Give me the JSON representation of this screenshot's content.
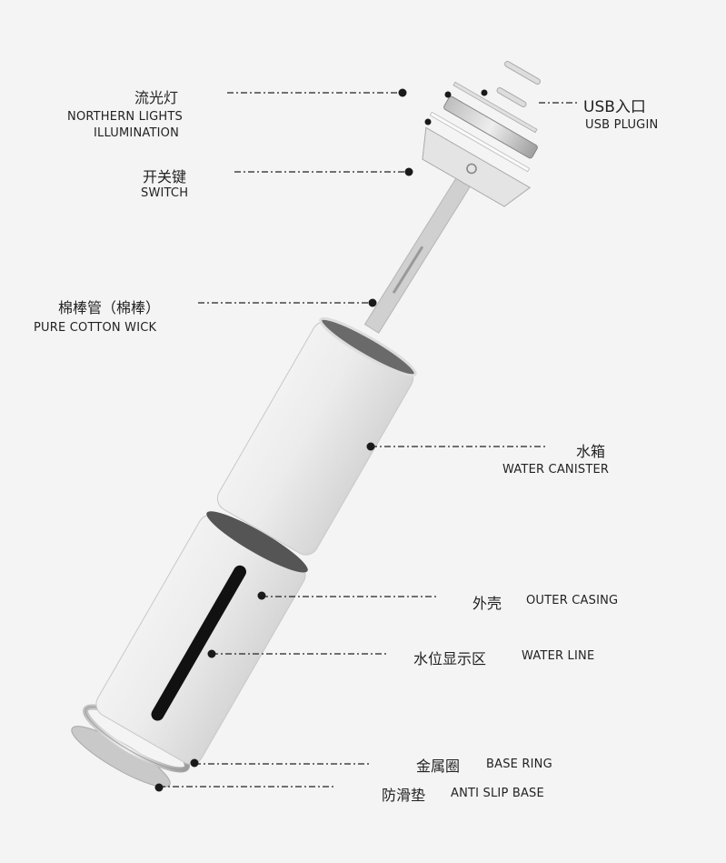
{
  "callouts": {
    "northern_lights": {
      "zh": "流光灯",
      "en_line1": "NORTHERN LIGHTS",
      "en_line2": "ILLUMINATION"
    },
    "switch": {
      "zh": "开关键",
      "en": "SWITCH"
    },
    "usb": {
      "zh": "USB入口",
      "en": "USB PLUGIN"
    },
    "wick": {
      "zh": "棉棒管（棉棒）",
      "en": "PURE COTTON WICK"
    },
    "canister": {
      "zh": "水箱",
      "en": "WATER CANISTER"
    },
    "casing": {
      "zh": "外壳",
      "en": "OUTER CASING"
    },
    "water_line": {
      "zh": "水位显示区",
      "en": "WATER LINE"
    },
    "base_ring": {
      "zh": "金属圈",
      "en": "BASE RING"
    },
    "anti_slip": {
      "zh": "防滑垫",
      "en": "ANTI SLIP BASE"
    }
  },
  "colors": {
    "background": "#f4f4f4",
    "body": "#e8e8e8",
    "slot": "#111111",
    "leader": "#222222"
  }
}
